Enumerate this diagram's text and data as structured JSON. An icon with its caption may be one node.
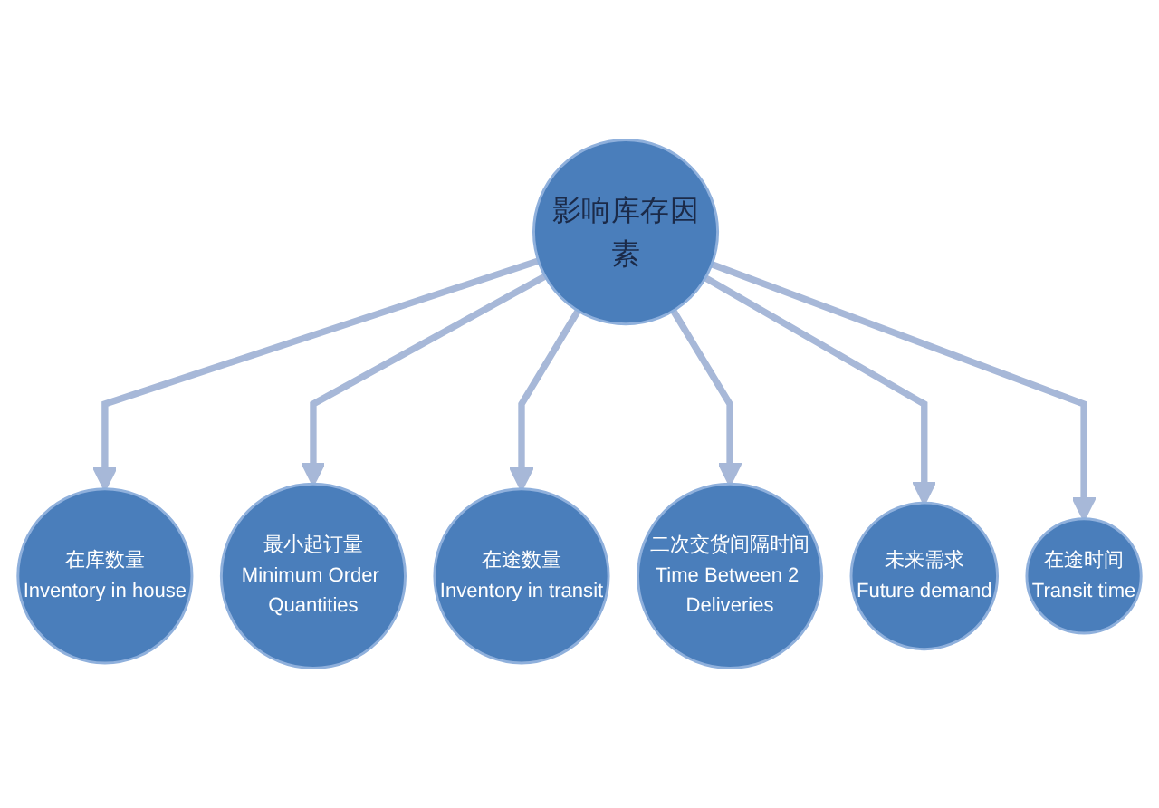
{
  "diagram": {
    "nodes": [
      {
        "text": [
          "在库数量",
          "Inventory in house"
        ]
      },
      {
        "text": [
          "最小起订量",
          "Minimum Order Quantities"
        ]
      },
      {
        "text": [
          "在途数量",
          "Inventory in transit"
        ]
      },
      {
        "text": [
          "影响库存因素"
        ]
      },
      {
        "text": [
          "二次交货间隔时间",
          "Time Between 2 Deliveries"
        ]
      },
      {
        "text": [
          "未来需求",
          "Future demand"
        ]
      },
      {
        "text": [
          "在途时间",
          "Transit time"
        ]
      }
    ],
    "edges": [
      {
        "from": 3,
        "to": 0,
        "arrow": "to"
      },
      {
        "from": 3,
        "to": 1,
        "arrow": "to"
      },
      {
        "from": 3,
        "to": 2,
        "arrow": "to"
      },
      {
        "from": 3,
        "to": 4,
        "arrow": "to"
      },
      {
        "from": 3,
        "to": 5,
        "arrow": "to"
      },
      {
        "from": 3,
        "to": 6,
        "arrow": "to"
      }
    ]
  }
}
